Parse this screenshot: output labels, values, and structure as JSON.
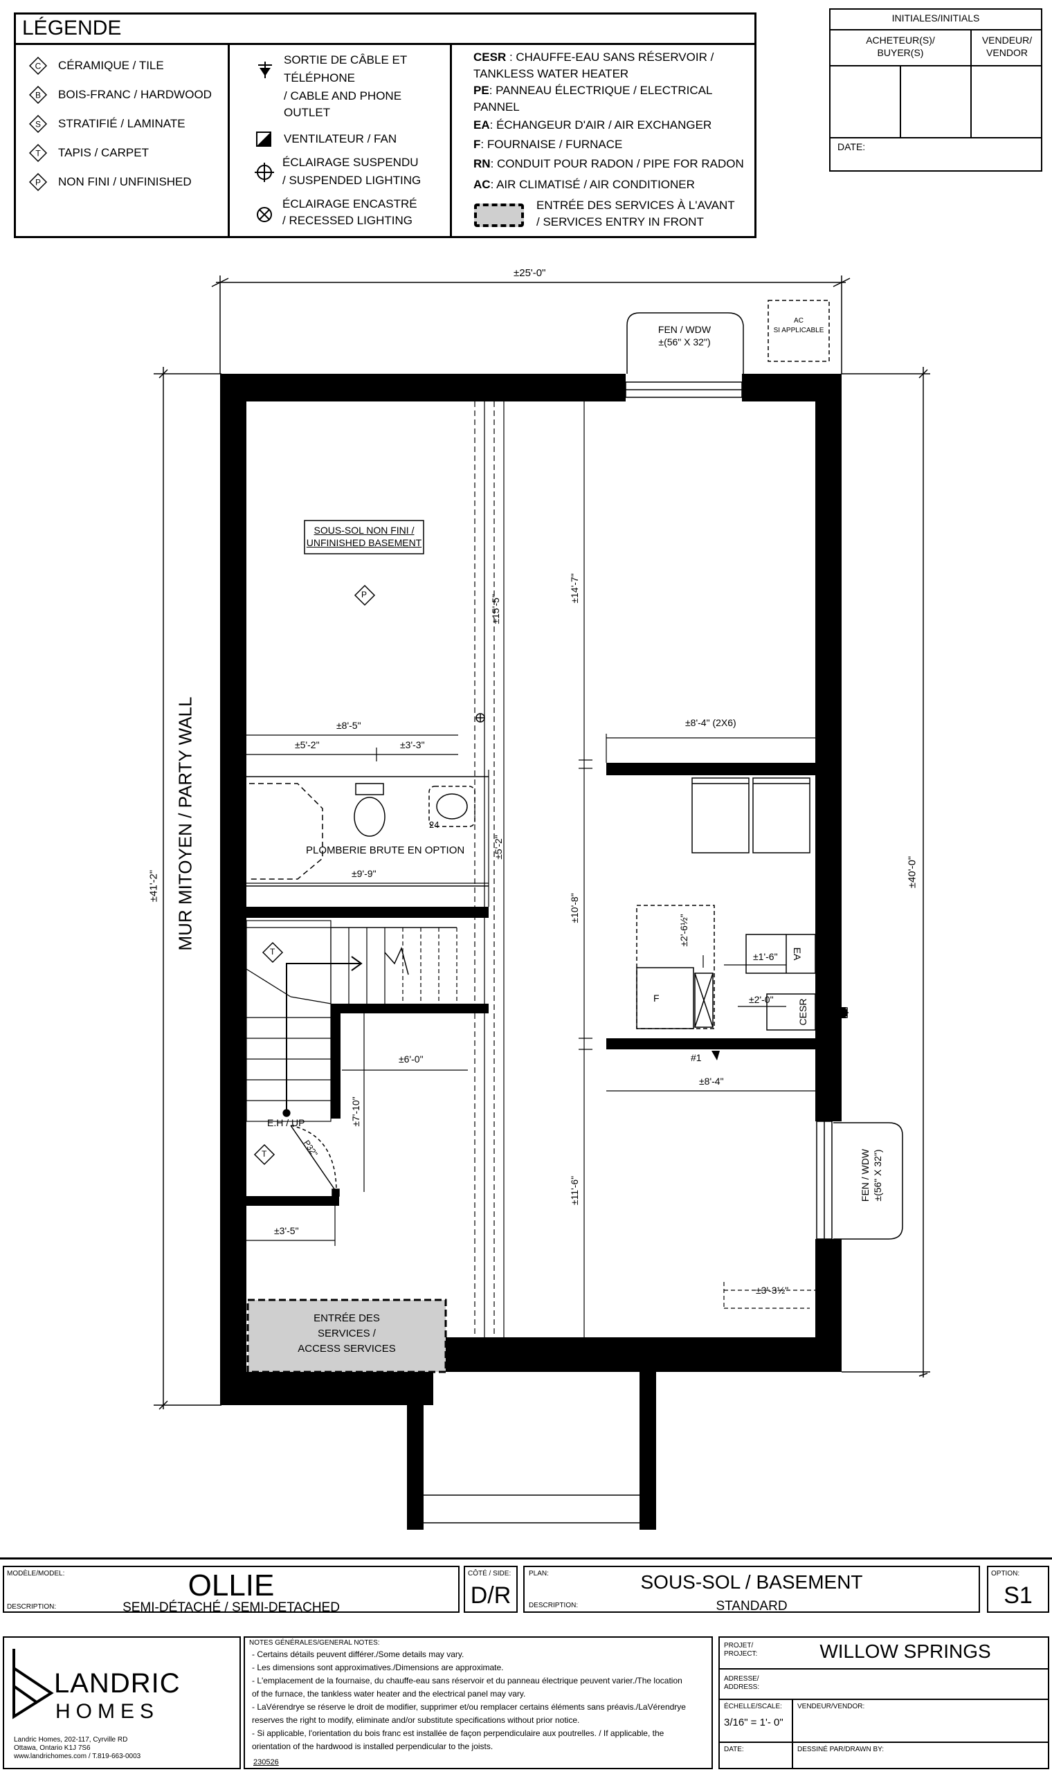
{
  "legend": {
    "title": "LÉGENDE",
    "finishes": [
      {
        "symbol": "C",
        "label": "CÉRAMIQUE / TILE"
      },
      {
        "symbol": "B",
        "label": "BOIS-FRANC / HARDWOOD"
      },
      {
        "symbol": "S",
        "label": "STRATIFIÉ / LAMINATE"
      },
      {
        "symbol": "T",
        "label": "TAPIS / CARPET"
      },
      {
        "symbol": "P",
        "label": "NON FINI / UNFINISHED"
      }
    ],
    "electrical": [
      {
        "icon": "cable-outlet-icon",
        "lines": [
          "SORTIE DE CÂBLE ET",
          "TÉLÉPHONE",
          "/ CABLE AND PHONE",
          "OUTLET"
        ]
      },
      {
        "icon": "fan-icon",
        "lines": [
          "VENTILATEUR / FAN"
        ]
      },
      {
        "icon": "suspended-light-icon",
        "lines": [
          "ÉCLAIRAGE SUSPENDU",
          "/ SUSPENDED LIGHTING"
        ]
      },
      {
        "icon": "recessed-light-icon",
        "lines": [
          "ÉCLAIRAGE  ENCASTRÉ",
          "/ RECESSED LIGHTING"
        ]
      }
    ],
    "abbreviations": [
      {
        "code": "CESR",
        "text": " : CHAUFFE-EAU SANS RÉSERVOIR /",
        "text2": "TANKLESS WATER HEATER"
      },
      {
        "code": "PE",
        "text": ": PANNEAU ÉLECTRIQUE / ELECTRICAL",
        "text2": "PANNEL"
      },
      {
        "code": "EA",
        "text": ": ÉCHANGEUR D'AIR / AIR EXCHANGER",
        "text2": ""
      },
      {
        "code": "F",
        "text": ": FOURNAISE / FURNACE",
        "text2": ""
      },
      {
        "code": "RN",
        "text": ": CONDUIT POUR RADON / PIPE FOR RADON",
        "text2": ""
      },
      {
        "code": "AC",
        "text": ": AIR CLIMATISÉ / AIR CONDITIONER",
        "text2": ""
      }
    ],
    "services_entry": [
      "ENTRÉE DES SERVICES À L'AVANT",
      "/ SERVICES ENTRY IN FRONT"
    ]
  },
  "initials": {
    "title": "INITIALES/INITIALS",
    "buyer": [
      "ACHETEUR(S)/",
      "BUYER(S)"
    ],
    "vendor": [
      "VENDEUR/",
      "VENDOR"
    ],
    "date_label": "DATE:"
  },
  "plan": {
    "overall_width": "±25'-0\"",
    "overall_depth_left": "±41'-2\"",
    "overall_depth_right": "±40'-0\"",
    "party_wall": "MUR MITOYEN / PARTY WALL",
    "window_top": [
      "FEN / WDW",
      "±(56\" X 32\")"
    ],
    "window_right": [
      "FEN / WDW",
      "±(56\" X 32\")"
    ],
    "ac_box": [
      "AC",
      "SI APPLICABLE"
    ],
    "unfinished_basement": [
      "SOUS-SOL NON FINI /",
      "UNFINISHED BASEMENT"
    ],
    "unfinished_symbol": "P",
    "rough_plumbing": "PLOMBERIE BRUTE EN OPTION",
    "stairs_label": "E.H / UP",
    "door_label": "P32\"",
    "carpet_symbol": "T",
    "services_access": [
      "ENTRÉE DES",
      "SERVICES   /",
      "ACCESS SERVICES"
    ],
    "furnace_label": "F",
    "ea_label": "EA",
    "cesr_label": "CESR",
    "panel_marker": "#1",
    "sink_number": "24",
    "dims": {
      "d15_5": "±15'-5\"",
      "d14_7": "±14'-7\"",
      "d8_5": "±8'-5\"",
      "d5_2h": "±5'-2\"",
      "d3_3": "±3'-3\"",
      "d5_2v": "±5'-2\"",
      "d9_9": "±9'-9\"",
      "d8_4_2x6": "±8'-4\" (2X6)",
      "d10_8": "±10'-8\"",
      "d2_6": "±2'-6½\"",
      "d1_6": "±1'-6\"",
      "d2_0": "±2'-0\"",
      "d6_0": "±6'-0\"",
      "d7_10": "±7'-10\"",
      "d8_4": "±8'-4\"",
      "d11_6": "±11'-6\"",
      "d3_5": "±3'-5\"",
      "d3_3h": "±3'-3½\""
    }
  },
  "titleblock": {
    "model_label": "MODÈLE/MODEL:",
    "model": "OLLIE",
    "description_label": "DESCRIPTION:",
    "description": "SEMI-DÉTACHÉ / SEMI-DETACHED",
    "side_label": "CÔTÉ / SIDE:",
    "side": "D/R",
    "plan_label": "PLAN:",
    "plan": "SOUS-SOL / BASEMENT",
    "plan_desc_label": "DESCRIPTION:",
    "plan_desc": "STANDARD",
    "option_label": "OPTION:",
    "option": "S1"
  },
  "company": {
    "name_line1": "LANDRIC",
    "name_line2": "HOMES",
    "address": [
      "Landric Homes, 202-117, Cyrville RD",
      "Ottawa, Ontario K1J 7S6",
      "www.landrichomes.com / T.819-663-0003"
    ]
  },
  "notes": {
    "title": "NOTES GÉNÉRALES/GENERAL NOTES:",
    "items": [
      "-  Certains détails peuvent différer./Some details may vary.",
      "-  Les dimensions sont approximatives./Dimensions are approximate.",
      "-  L'emplacement de la fournaise, du chauffe-eau sans réservoir et du panneau électrique peuvent varier./The location",
      "   of the furnace, the tankless water heater and the electrical panel may vary.",
      "-  LaVérendrye se réserve le droit de modifier, supprimer et/ou remplacer certains éléments sans préavis./LaVérendrye",
      "   reserves the right to modify, eliminate and/or substitute specifications without prior notice.",
      "-  Si applicable, l'orientation du bois franc est installée de façon perpendiculaire aux poutrelles. / If applicable, the",
      "   orientation of the hardwood is installed perpendicular to the joists."
    ],
    "code": "230526"
  },
  "project": {
    "project_label": [
      "PROJET/",
      "PROJECT:"
    ],
    "project": "WILLOW SPRINGS",
    "address_label": [
      "ADRESSE/",
      "ADDRESS:"
    ],
    "scale_label": "ÉCHELLE/SCALE:",
    "scale": "3/16\" = 1'- 0\"",
    "vendor_label": "VENDEUR/VENDOR:",
    "date_label": "DATE:",
    "drawn_label": "DESSINÉ PAR/DRAWN BY:"
  }
}
